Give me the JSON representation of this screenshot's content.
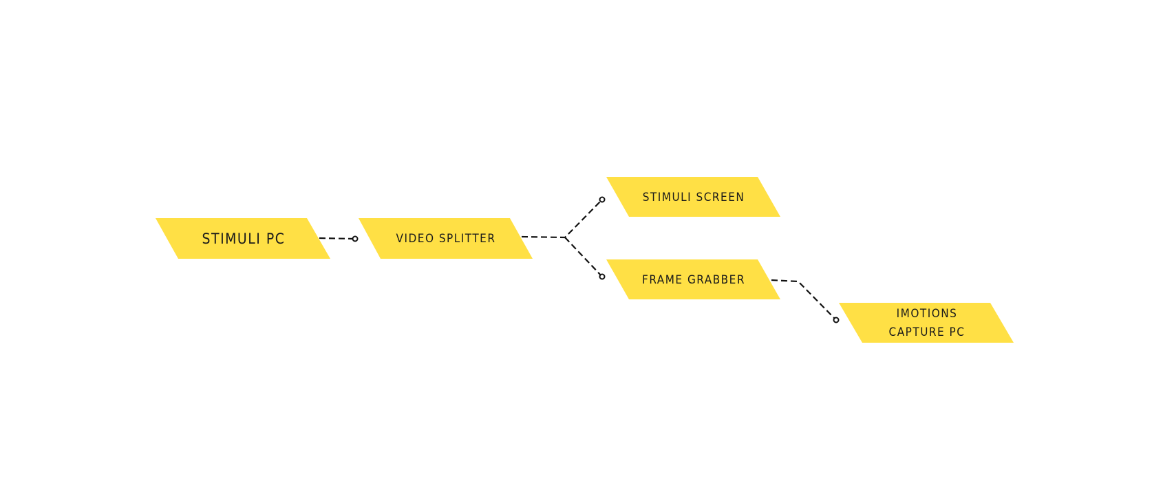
{
  "colors": {
    "node_fill": "#FFE045",
    "text": "#1a1a1a",
    "connector": "#111111"
  },
  "nodes": [
    {
      "id": "stimuli-pc",
      "label": [
        "STIMULI PC"
      ]
    },
    {
      "id": "video-splitter",
      "label": [
        "VIDEO SPLITTER"
      ]
    },
    {
      "id": "stimuli-screen",
      "label": [
        "STIMULI SCREEN"
      ]
    },
    {
      "id": "frame-grabber",
      "label": [
        "FRAME GRABBER"
      ]
    },
    {
      "id": "imotions-capture-pc",
      "label": [
        "IMOTIONS",
        "CAPTURE PC"
      ]
    }
  ],
  "edges": [
    {
      "from": "stimuli-pc",
      "to": "video-splitter"
    },
    {
      "from": "video-splitter",
      "to": "stimuli-screen"
    },
    {
      "from": "video-splitter",
      "to": "frame-grabber"
    },
    {
      "from": "frame-grabber",
      "to": "imotions-capture-pc"
    }
  ]
}
